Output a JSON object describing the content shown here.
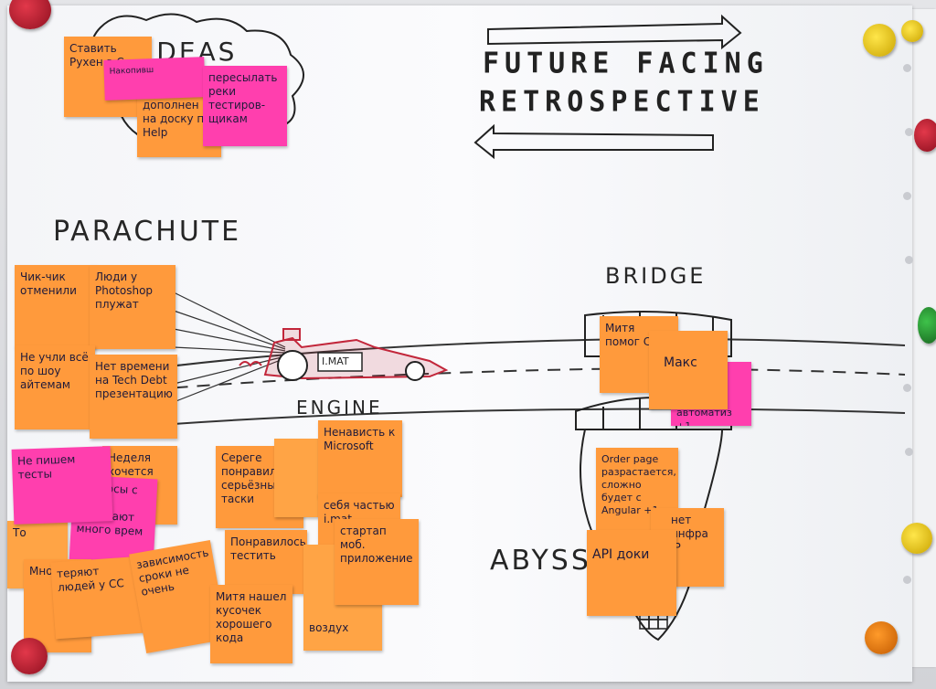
{
  "board": {
    "title_line1": "FUTURE FACING",
    "title_line2": "RETROSPECTIVE",
    "section_parachute": "PARACHUTE",
    "section_engine": "ENGINE",
    "section_bridge": "BRIDGE",
    "section_abyss": "ABYSS",
    "section_ideas": "IDEAS",
    "car_label": "I.MAT"
  },
  "notes": {
    "n1": "Ставить Рухен в С",
    "n2": "Накопивш",
    "n3": "дополнен на доску по Help",
    "n4": "пересылать реки тестиров-щикам",
    "n5": "Чик-чик отменили",
    "n6": "Люди у Photoshop плужат",
    "n7": "Не учли всё по шоу айтемам",
    "n8": "Нет времени на Tech Debt презентацию",
    "n9": "Не пишем тесты",
    "n10": "Неделя хочется",
    "n11": "Вопросы с демо занимают много врем",
    "n12": "То",
    "n13": "Много тр",
    "n14": "теряют людей у СС",
    "n15": "зависимость сроки не очень",
    "n16": "Сереге понравились серьёзные таски",
    "n17": "Ненависть к Microsoft",
    "n18": "себя частью i.mat",
    "n19": "Понравилось тестить",
    "n20": "стартап моб. приложение",
    "n21": "Митя нашел кусочек хорошего кода",
    "n22": "воздух",
    "n23": "Митя помог CSS",
    "n24": "Макс",
    "n25": "автоматиз +1",
    "n26": "Order page разрастается, сложно будет с Angular +1",
    "n27": "API доки",
    "n28": "нет инфра JP"
  },
  "colors": {
    "orange": "#ff9a3c",
    "pink": "#ff3fae",
    "ink": "#222222",
    "car_red": "#c2263a"
  },
  "magnets": [
    "red",
    "yellow",
    "yellow",
    "red",
    "green",
    "yellow",
    "orange",
    "red"
  ]
}
